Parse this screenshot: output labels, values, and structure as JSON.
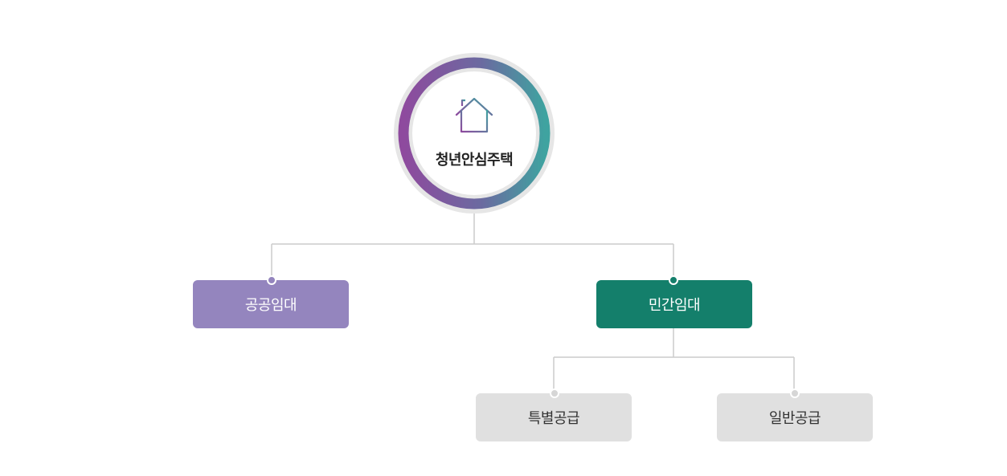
{
  "root": {
    "label": "청년안심주택",
    "icon": "house-icon",
    "ring_gradient": [
      "#8e4a9e",
      "#3fa3a0"
    ],
    "ring_background": "#e6e6e6"
  },
  "level1": {
    "public": {
      "label": "공공임대",
      "color": "#9485be"
    },
    "private": {
      "label": "민간임대",
      "color": "#147f6b"
    }
  },
  "level2": {
    "special": {
      "label": "특별공급",
      "color": "#e0e0e0"
    },
    "general": {
      "label": "일반공급",
      "color": "#e0e0e0"
    }
  },
  "connector_color": "#cccccc"
}
